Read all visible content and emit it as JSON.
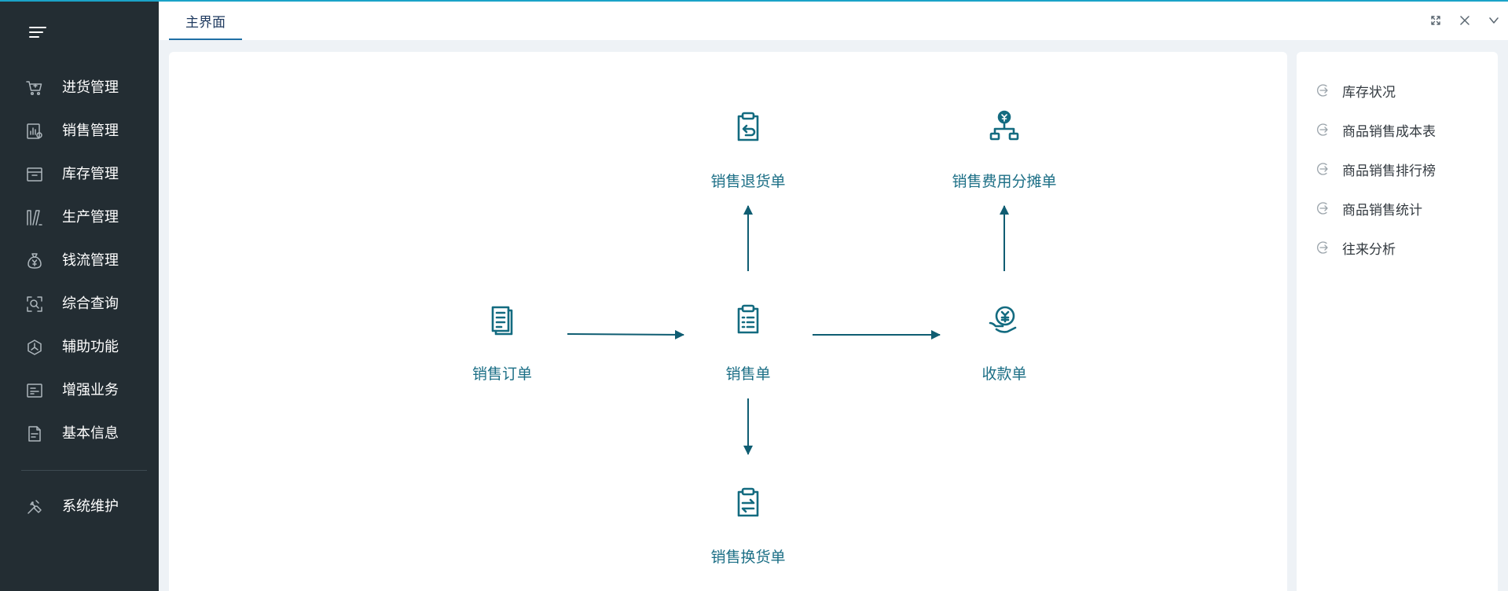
{
  "sidebar": {
    "items": [
      {
        "label": "进货管理",
        "icon": "cart-icon"
      },
      {
        "label": "销售管理",
        "icon": "sales-chart-icon"
      },
      {
        "label": "库存管理",
        "icon": "box-icon"
      },
      {
        "label": "生产管理",
        "icon": "production-icon"
      },
      {
        "label": "钱流管理",
        "icon": "money-bag-icon"
      },
      {
        "label": "综合查询",
        "icon": "scan-search-icon"
      },
      {
        "label": "辅助功能",
        "icon": "cube-icon"
      },
      {
        "label": "增强业务",
        "icon": "card-icon"
      },
      {
        "label": "基本信息",
        "icon": "document-icon"
      },
      {
        "label": "系统维护",
        "icon": "tools-icon"
      }
    ]
  },
  "tabs": [
    {
      "label": "主界面"
    }
  ],
  "flow": {
    "sales_order": "销售订单",
    "sales_slip": "销售单",
    "receipt": "收款单",
    "sales_return": "销售退货单",
    "expense_allocation": "销售费用分摊单",
    "sales_exchange": "销售换货单"
  },
  "reports": [
    {
      "label": "库存状况"
    },
    {
      "label": "商品销售成本表"
    },
    {
      "label": "商品销售排行榜"
    },
    {
      "label": "商品销售统计"
    },
    {
      "label": "往来分析"
    }
  ],
  "colors": {
    "sidebar_bg": "#232d33",
    "accent": "#1aa3c8",
    "flow_teal": "#136b80",
    "arrow": "#0f5d72"
  }
}
